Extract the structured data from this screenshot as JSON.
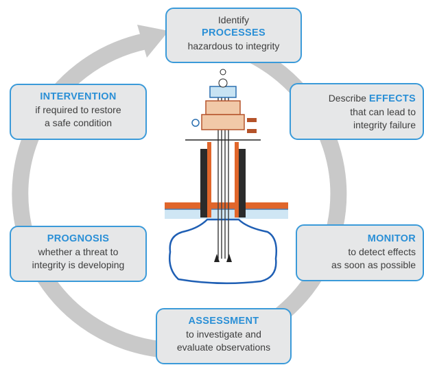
{
  "colors": {
    "accent": "#2a8fd6",
    "box_fill": "#e6e7e8",
    "box_border": "#3a9ad9",
    "arrow": "#c9c9c9",
    "text": "#3d3d3d"
  },
  "steps": {
    "identify": {
      "line1": "Identify",
      "highlight": "PROCESSES",
      "line2": "hazardous to integrity"
    },
    "effects": {
      "prefix": "Describe ",
      "highlight": "EFFECTS",
      "line2": "that can lead to",
      "line3": "integrity failure"
    },
    "monitor": {
      "highlight": "MONITOR",
      "line1": "to detect effects",
      "line2": "as soon as possible"
    },
    "assessment": {
      "highlight": "ASSESSMENT",
      "line1": "to investigate and",
      "line2": "evaluate observations"
    },
    "prognosis": {
      "highlight": "PROGNOSIS",
      "line1": "whether a threat to",
      "line2": "integrity is developing"
    },
    "intervention": {
      "highlight": "INTERVENTION",
      "line1": "if required to restore",
      "line2": "a safe condition"
    }
  }
}
